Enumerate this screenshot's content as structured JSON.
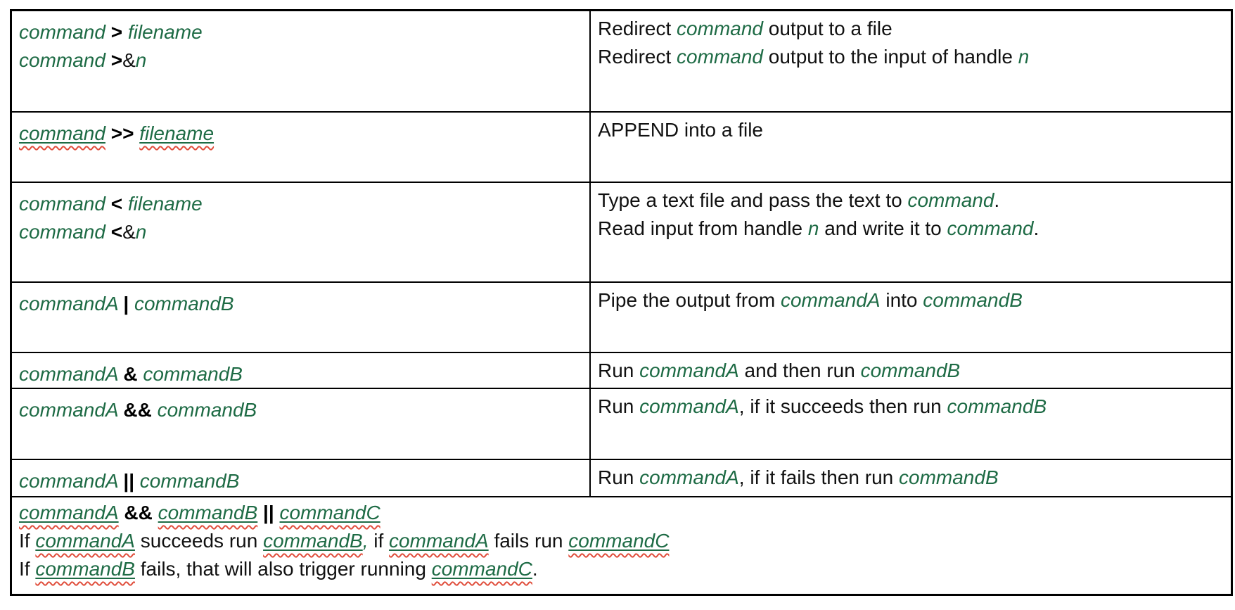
{
  "document": {
    "kind": "command-redirection-operators-reference-table",
    "columns": [
      "syntax",
      "description"
    ]
  },
  "colors": {
    "green": "#1e6b45",
    "operator_black": "#000000",
    "text_black": "#111111",
    "squiggle_red": "#e04e3c",
    "border_black": "#000000",
    "background": "#ffffff"
  },
  "run_styles": {
    "g": "command-name, green italic",
    "gu": "command-name, green italic, solid underline plus red spell-check squiggle",
    "b": "operator, black bold",
    "t": "plain black text"
  },
  "rows": [
    {
      "left": [
        [
          [
            "g",
            "command "
          ],
          [
            "b",
            ">"
          ],
          [
            "g",
            " filename"
          ]
        ],
        [
          [
            "g",
            "command "
          ],
          [
            "b",
            ">"
          ],
          [
            "t",
            "&"
          ],
          [
            "g",
            "n"
          ]
        ]
      ],
      "right": [
        [
          [
            "t",
            "Redirect "
          ],
          [
            "g",
            "command"
          ],
          [
            "t",
            " output to a file"
          ]
        ],
        [
          [
            "t",
            "Redirect "
          ],
          [
            "g",
            "command"
          ],
          [
            "t",
            " output to the input of handle "
          ],
          [
            "g",
            "n"
          ]
        ]
      ]
    },
    {
      "left": [
        [
          [
            "gu",
            "command"
          ],
          [
            "t",
            " "
          ],
          [
            "b",
            ">>"
          ],
          [
            "t",
            " "
          ],
          [
            "gu",
            "filename"
          ]
        ]
      ],
      "right": [
        [
          [
            "t",
            "APPEND into a file"
          ]
        ]
      ]
    },
    {
      "left": [
        [
          [
            "g",
            "command "
          ],
          [
            "b",
            "<"
          ],
          [
            "g",
            " filename"
          ]
        ],
        [
          [
            "g",
            "command "
          ],
          [
            "b",
            "<"
          ],
          [
            "t",
            "&"
          ],
          [
            "g",
            "n"
          ]
        ]
      ],
      "right": [
        [
          [
            "t",
            "Type a text file and pass the text to "
          ],
          [
            "g",
            "command"
          ],
          [
            "t",
            "."
          ]
        ],
        [
          [
            "t",
            "Read input from handle "
          ],
          [
            "g",
            "n"
          ],
          [
            "t",
            " and write it to "
          ],
          [
            "g",
            "command"
          ],
          [
            "t",
            "."
          ]
        ]
      ]
    },
    {
      "left": [
        [
          [
            "g",
            "commandA "
          ],
          [
            "b",
            "|"
          ],
          [
            "g",
            " commandB"
          ]
        ]
      ],
      "right": [
        [
          [
            "t",
            "Pipe the output from "
          ],
          [
            "g",
            "commandA"
          ],
          [
            "t",
            " into "
          ],
          [
            "g",
            "commandB"
          ]
        ]
      ]
    },
    {
      "left": [
        [
          [
            "g",
            "commandA "
          ],
          [
            "b",
            "&"
          ],
          [
            "g",
            " commandB"
          ]
        ]
      ],
      "right": [
        [
          [
            "t",
            "Run "
          ],
          [
            "g",
            "commandA"
          ],
          [
            "t",
            " and then run "
          ],
          [
            "g",
            "commandB"
          ]
        ]
      ]
    },
    {
      "left": [
        [
          [
            "g",
            "commandA "
          ],
          [
            "b",
            "&&"
          ],
          [
            "g",
            " commandB"
          ]
        ]
      ],
      "right": [
        [
          [
            "t",
            "Run "
          ],
          [
            "g",
            "commandA"
          ],
          [
            "t",
            ", if it succeeds then run "
          ],
          [
            "g",
            "commandB"
          ]
        ]
      ]
    },
    {
      "left": [
        [
          [
            "g",
            "commandA "
          ],
          [
            "b",
            "||"
          ],
          [
            "g",
            " commandB"
          ]
        ]
      ],
      "right": [
        [
          [
            "t",
            "Run "
          ],
          [
            "g",
            "commandA"
          ],
          [
            "t",
            ", if it fails then run "
          ],
          [
            "g",
            "commandB"
          ]
        ]
      ]
    },
    {
      "full": [
        [
          [
            "gu",
            "commandA"
          ],
          [
            "t",
            " "
          ],
          [
            "b",
            "&&"
          ],
          [
            "t",
            " "
          ],
          [
            "gu",
            "commandB"
          ],
          [
            "t",
            " "
          ],
          [
            "b",
            "||"
          ],
          [
            "t",
            " "
          ],
          [
            "gu",
            "commandC"
          ]
        ],
        [
          [
            "t",
            "If "
          ],
          [
            "gu",
            "commandA"
          ],
          [
            "t",
            " succeeds run "
          ],
          [
            "gu",
            "commandB"
          ],
          [
            "g",
            ", "
          ],
          [
            "t",
            "if "
          ],
          [
            "gu",
            "commandA"
          ],
          [
            "t",
            " fails run "
          ],
          [
            "gu",
            "commandC"
          ]
        ],
        [
          [
            "t",
            "If "
          ],
          [
            "gu",
            "commandB"
          ],
          [
            "t",
            " fails, that will also trigger running "
          ],
          [
            "gu",
            "commandC"
          ],
          [
            "t",
            "."
          ]
        ]
      ]
    }
  ]
}
